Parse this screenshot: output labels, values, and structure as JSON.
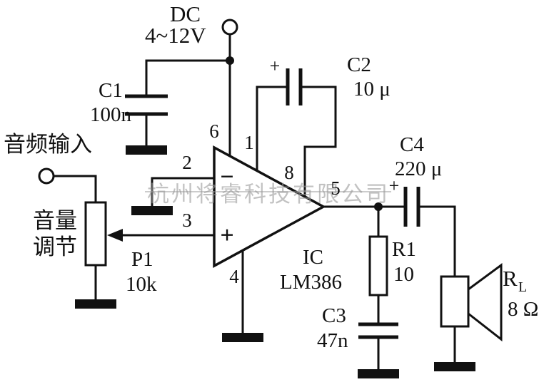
{
  "title": "LM386 audio power amplifier schematic",
  "watermark": "杭州将睿科技有限公司",
  "power": {
    "label": "DC",
    "voltage": "4~12V"
  },
  "input": {
    "label": "音频输入"
  },
  "volume": {
    "line1": "音量",
    "line2": "调节"
  },
  "components": {
    "c1": {
      "name": "C1",
      "value": "100n"
    },
    "c2": {
      "name": "C2",
      "value": "10 μ",
      "polarity": "+"
    },
    "c3": {
      "name": "C3",
      "value": "47n"
    },
    "c4": {
      "name": "C4",
      "value": "220 μ",
      "polarity": "+"
    },
    "p1": {
      "name": "P1",
      "value": "10k"
    },
    "r1": {
      "name": "R1",
      "value": "10"
    },
    "rl": {
      "name": "R",
      "sub": "L",
      "value": "8 Ω"
    },
    "ic": {
      "label": "IC",
      "part": "LM386"
    }
  },
  "opamp": {
    "minus": "−",
    "plus": "+",
    "pins": {
      "p1": "1",
      "p2": "2",
      "p3": "3",
      "p4": "4",
      "p5": "5",
      "p6": "6",
      "p8": "8"
    }
  }
}
